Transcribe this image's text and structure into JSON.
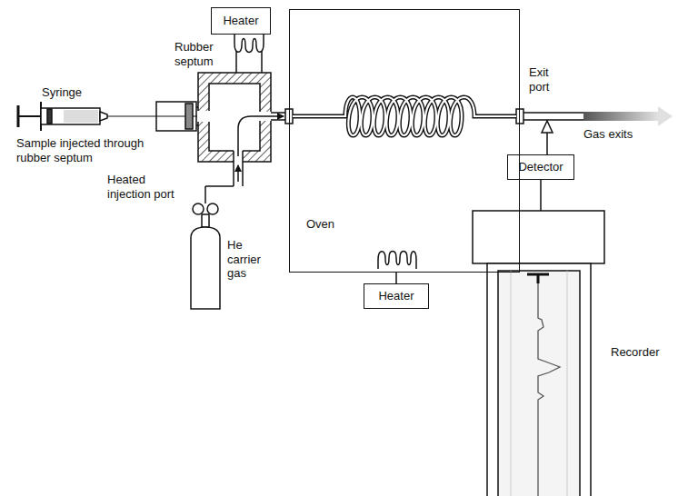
{
  "diagram": {
    "nodes": [
      {
        "text": [
          "Heater"
        ]
      },
      {
        "text": [
          "Oven"
        ]
      },
      {
        "text": [
          "Heater"
        ]
      },
      {
        "text": [
          "Detector"
        ]
      },
      {
        "text": [
          "Recorder"
        ]
      }
    ],
    "edges": [
      {
        "from": 2,
        "to": 1,
        "arrow": "none"
      },
      {
        "from": 3,
        "to": 4,
        "arrow": "none"
      }
    ],
    "labels": [
      "Syringe",
      "Sample injected through rubber septum",
      "Rubber septum",
      "Heated injection port",
      "He carrier gas",
      "Exit port",
      "Gas exits"
    ]
  }
}
